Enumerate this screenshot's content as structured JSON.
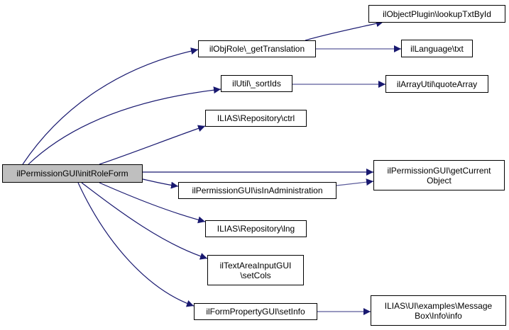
{
  "diagram": {
    "type": "call-graph",
    "colors": {
      "edge": "#191970",
      "edge_secondary": "#5a5a9a",
      "root_fill": "#bfbfbf",
      "node_fill": "#ffffff",
      "border": "#000000"
    },
    "nodes": [
      {
        "id": "root",
        "label": "ilPermissionGUI\\initRoleForm"
      },
      {
        "id": "getTranslation",
        "label": "ilObjRole\\_getTranslation"
      },
      {
        "id": "sortIds",
        "label": "ilUtil\\_sortIds"
      },
      {
        "id": "ctrl",
        "label": "ILIAS\\Repository\\ctrl"
      },
      {
        "id": "isInAdministration",
        "label": "ilPermissionGUI\\isInAdministration"
      },
      {
        "id": "lng",
        "label": "ILIAS\\Repository\\lng"
      },
      {
        "id": "setCols",
        "label": "ilTextAreaInputGUI\n\\setCols"
      },
      {
        "id": "setInfo",
        "label": "ilFormPropertyGUI\\setInfo"
      },
      {
        "id": "lookupTxtById",
        "label": "ilObjectPlugin\\lookupTxtById"
      },
      {
        "id": "txt",
        "label": "ilLanguage\\txt"
      },
      {
        "id": "quoteArray",
        "label": "ilArrayUtil\\quoteArray"
      },
      {
        "id": "getCurrentObject",
        "label": "ilPermissionGUI\\getCurrent\nObject"
      },
      {
        "id": "info",
        "label": "ILIAS\\UI\\examples\\Message\nBox\\Info\\info"
      }
    ],
    "edges": [
      {
        "from": "root",
        "to": "getTranslation"
      },
      {
        "from": "root",
        "to": "sortIds"
      },
      {
        "from": "root",
        "to": "ctrl"
      },
      {
        "from": "root",
        "to": "getCurrentObject"
      },
      {
        "from": "root",
        "to": "isInAdministration"
      },
      {
        "from": "root",
        "to": "lng"
      },
      {
        "from": "root",
        "to": "setCols"
      },
      {
        "from": "root",
        "to": "setInfo"
      },
      {
        "from": "getTranslation",
        "to": "lookupTxtById"
      },
      {
        "from": "getTranslation",
        "to": "txt"
      },
      {
        "from": "sortIds",
        "to": "quoteArray"
      },
      {
        "from": "isInAdministration",
        "to": "getCurrentObject"
      },
      {
        "from": "setInfo",
        "to": "info"
      }
    ]
  }
}
